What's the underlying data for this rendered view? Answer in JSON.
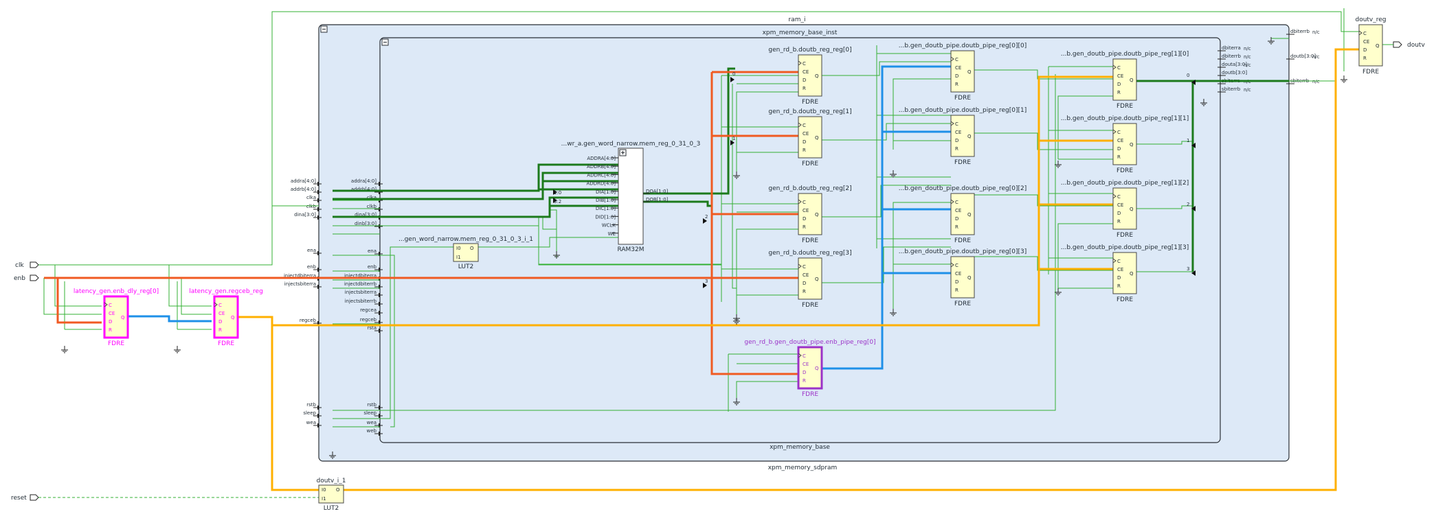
{
  "ports_in": [
    {
      "id": "clk",
      "label": "clk"
    },
    {
      "id": "enb",
      "label": "enb"
    },
    {
      "id": "reset",
      "label": "reset"
    }
  ],
  "ports_out": [
    {
      "id": "doutv",
      "label": "doutv"
    }
  ],
  "blocks": {
    "ram_i": "ram_i",
    "xpm_memory_sdpram": "xpm_memory_sdpram",
    "xpm_memory_base_inst": "xpm_memory_base_inst",
    "xpm_memory_base": "xpm_memory_base"
  },
  "outer_pins_left": [
    "addra[4:0]",
    "addrb[4:0]",
    "clka",
    "clkb",
    "dina[3:0]",
    "ena",
    "enb",
    "injectdbiterra",
    "injectsbiterra",
    "regceb",
    "rstb",
    "sleep",
    "wea"
  ],
  "inner_pins_left": [
    "addra[4:0]",
    "addrb[4:0]",
    "clka",
    "clkb",
    "dina[3:0]",
    "dinb[3:0]",
    "ena",
    "enb",
    "injectdbiterra",
    "injectdbiterrb",
    "injectsbiterra",
    "injectsbiterrb",
    "regcea",
    "regceb",
    "rsta",
    "rstb",
    "sleep",
    "wea",
    "web"
  ],
  "inner_pins_right": [
    {
      "label": "dbiterra",
      "nc": "n/c"
    },
    {
      "label": "dbiterrb",
      "nc": "n/c"
    },
    {
      "label": "douta[3:0]",
      "nc": "n/c"
    },
    {
      "label": "doutb[3:0]",
      "nc": ""
    },
    {
      "label": "sbiterra",
      "nc": "n/c"
    },
    {
      "label": "sbiterrb",
      "nc": "n/c"
    }
  ],
  "outer_pins_right": [
    {
      "label": "dbiterrb",
      "nc": "n/c"
    },
    {
      "label": "doutb[3:0]",
      "nc": "n/c"
    },
    {
      "label": "sbiterrb",
      "nc": "n/c"
    }
  ],
  "ram": {
    "name": "...wr_a.gen_word_narrow.mem_reg_0_31_0_3",
    "type": "RAM32M",
    "inputs": [
      "ADDRA[4:0]",
      "ADDRB[4:0]",
      "ADDRC[4:0]",
      "ADDRD[4:0]",
      "DIA[1:0]",
      "DIB[1:0]",
      "DIC[1:0]",
      "DID[1:0]",
      "WCLK",
      "WE"
    ],
    "outputs": [
      "DOA[1:0]",
      "DOB[1:0]"
    ],
    "bit_labels": [
      "1:0",
      "3:2"
    ]
  },
  "lut_inner": {
    "name": "...gen_word_narrow.mem_reg_0_31_0_3_i_1",
    "type": "LUT2",
    "pins": [
      "I0",
      "I1",
      "O"
    ]
  },
  "lut_outer": {
    "name": "doutv_i_1",
    "type": "LUT2",
    "pins": [
      "I0",
      "I1",
      "O"
    ]
  },
  "ff_pins": [
    "C",
    "CE",
    "D",
    "R",
    "Q"
  ],
  "ff_type": "FDRE",
  "ff_rd": [
    "gen_rd_b.doutb_reg_reg[0]",
    "gen_rd_b.doutb_reg_reg[1]",
    "gen_rd_b.doutb_reg_reg[2]",
    "gen_rd_b.doutb_reg_reg[3]"
  ],
  "ff_pipe0": [
    "...b.gen_doutb_pipe.doutb_pipe_reg[0][0]",
    "...b.gen_doutb_pipe.doutb_pipe_reg[0][1]",
    "...b.gen_doutb_pipe.doutb_pipe_reg[0][2]",
    "...b.gen_doutb_pipe.doutb_pipe_reg[0][3]"
  ],
  "ff_pipe1": [
    "...b.gen_doutb_pipe.doutb_pipe_reg[1][0]",
    "...b.gen_doutb_pipe.doutb_pipe_reg[1][1]",
    "...b.gen_doutb_pipe.doutb_pipe_reg[1][2]",
    "...b.gen_doutb_pipe.doutb_pipe_reg[1][3]"
  ],
  "ff_enb_pipe": "gen_rd_b.gen_doutb_pipe.enb_pipe_reg[0]",
  "ff_latency_dly": "latency_gen.enb_dly_reg[0]",
  "ff_latency_regceb": "latency_gen.regceb_reg",
  "ff_doutv": "doutv_reg",
  "bus_bits": [
    "0",
    "1",
    "2",
    "3"
  ],
  "colors": {
    "net": "#33b033",
    "bus": "#1c7a1c",
    "highlight_orange": "#f05a22",
    "highlight_blue": "#1e90e8",
    "highlight_yellow": "#ffb000",
    "selected_magenta": "#ff00ff",
    "selected_purple": "#9b32c8",
    "block_fill": "#dde9f7",
    "cell_fill": "#ffffcc"
  }
}
